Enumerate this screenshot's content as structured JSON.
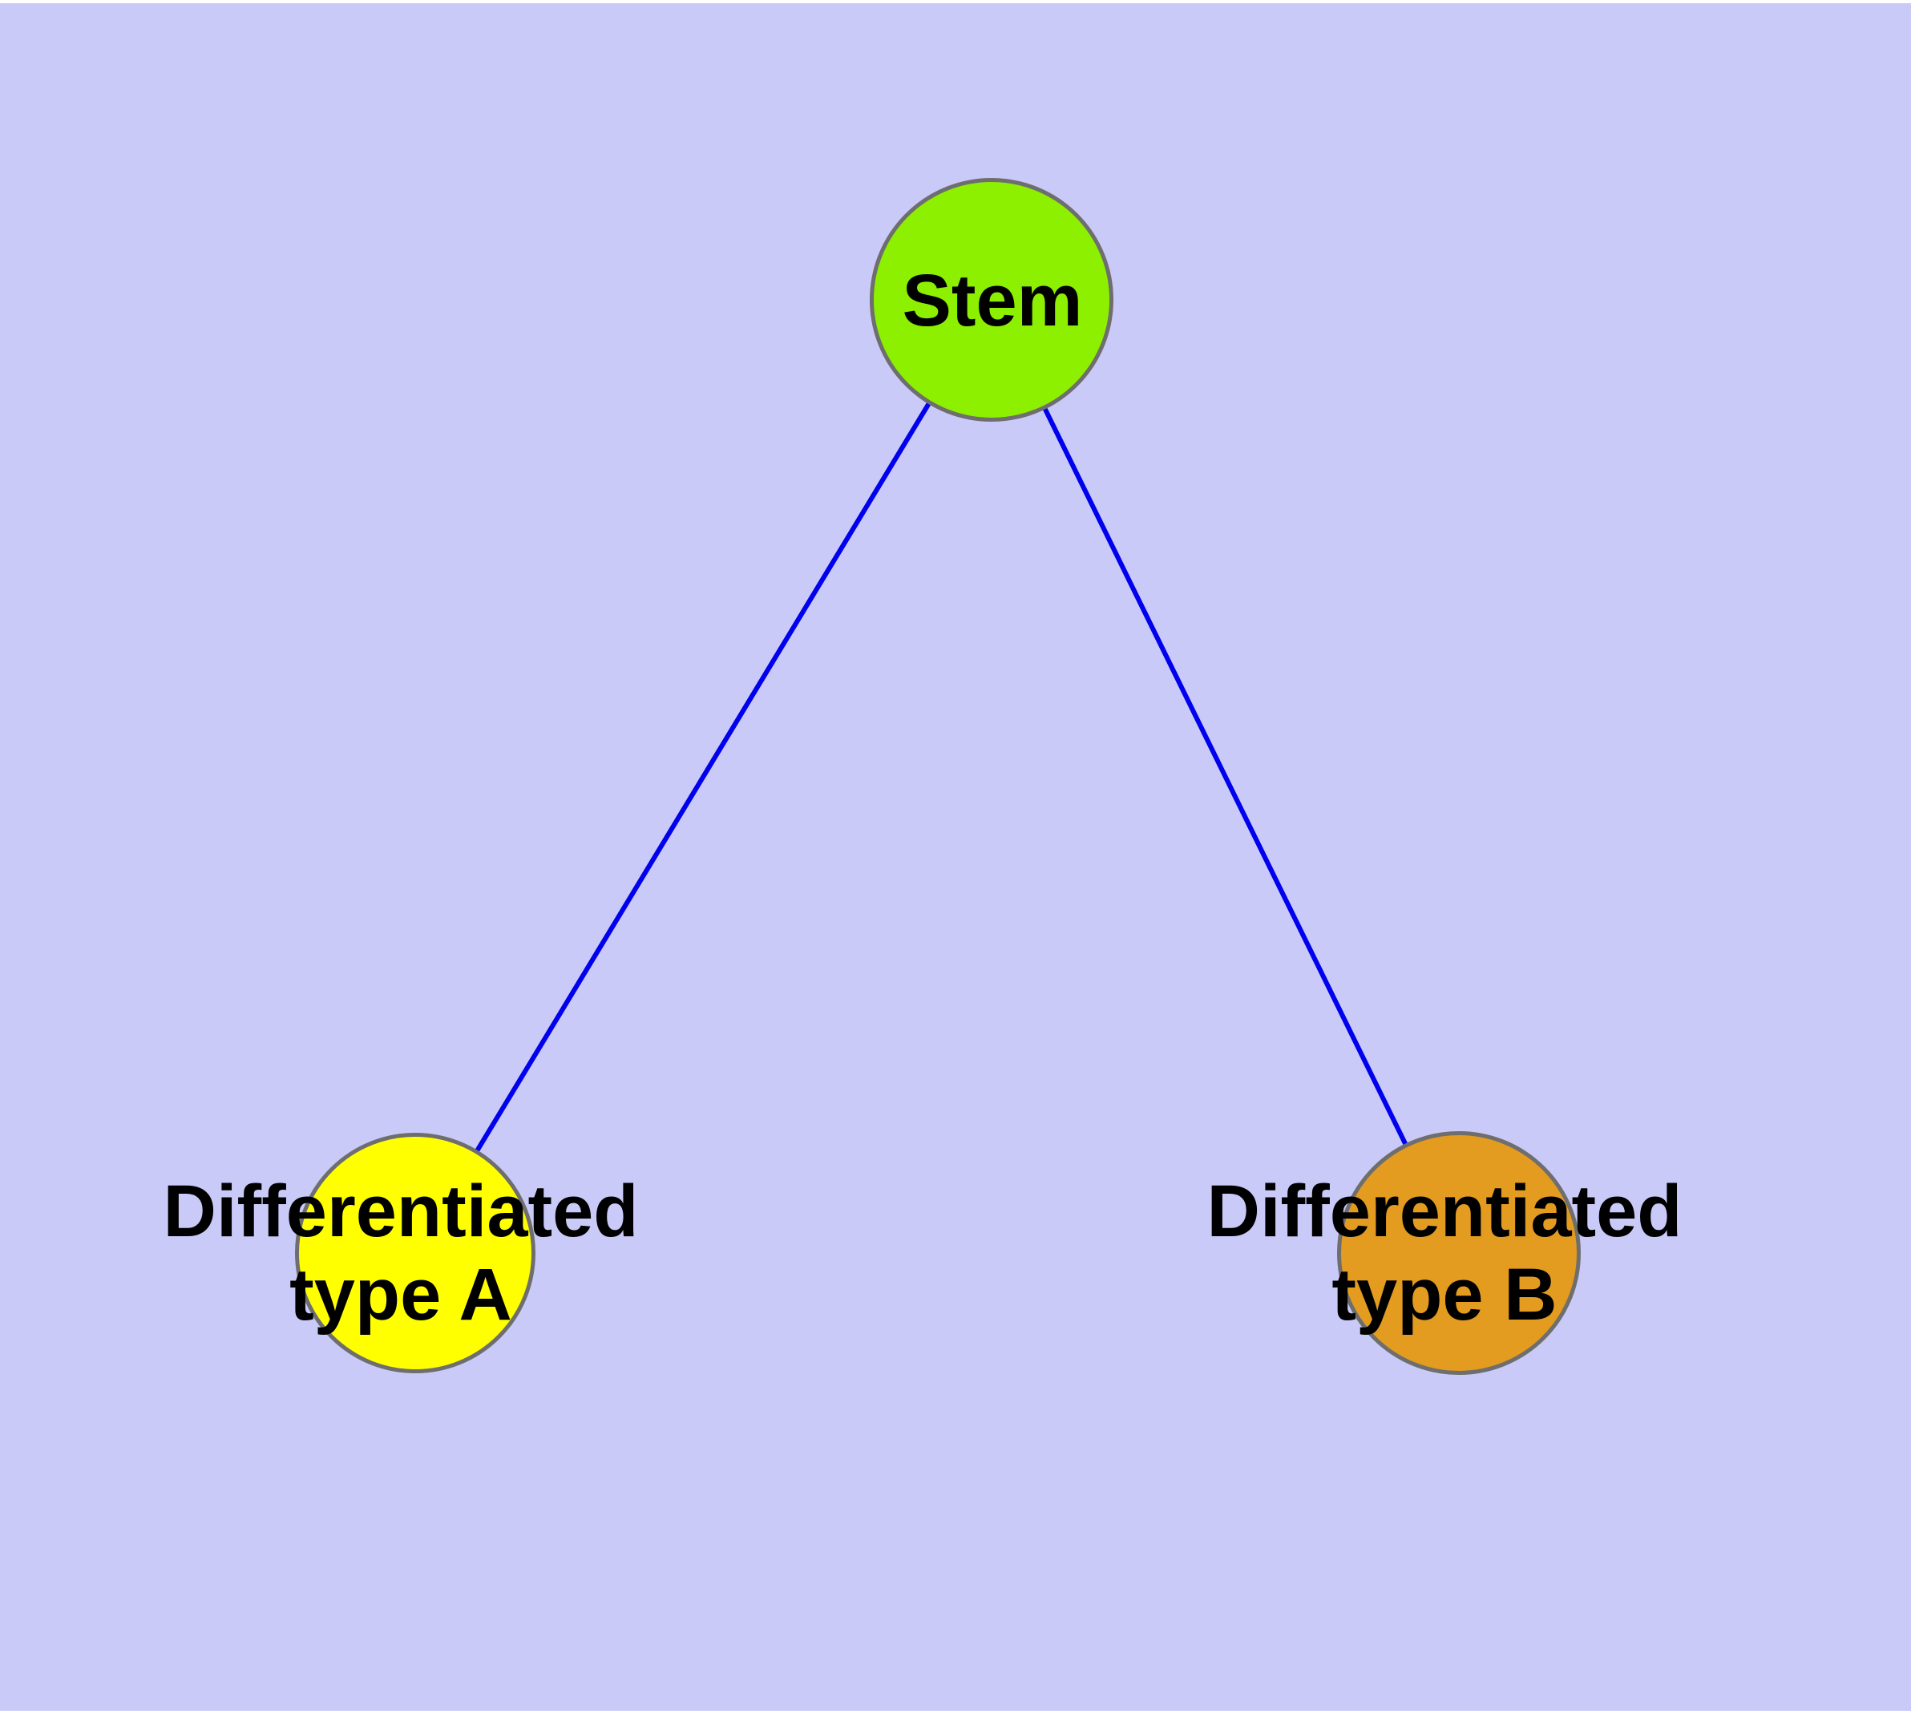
{
  "diagram": {
    "type": "graph",
    "background_color": "#cacaf8",
    "edge_color": "#0000ee",
    "node_border_color": "#6e6e6e",
    "text_color": "#000000",
    "nodes": [
      {
        "id": "stem",
        "label": "Stem",
        "fill": "#8cf000"
      },
      {
        "id": "differentiated-type-a",
        "label": "Differentiated type A",
        "label_line1": "Differentiated",
        "label_line2": "type A",
        "fill": "#ffff00"
      },
      {
        "id": "differentiated-type-b",
        "label": "Differentiated type B",
        "label_line1": "Differentiated",
        "label_line2": "type B",
        "fill": "#e39b20"
      }
    ],
    "edges": [
      {
        "from": "Stem",
        "to": "Differentiated type A"
      },
      {
        "from": "Stem",
        "to": "Differentiated type B"
      }
    ]
  }
}
